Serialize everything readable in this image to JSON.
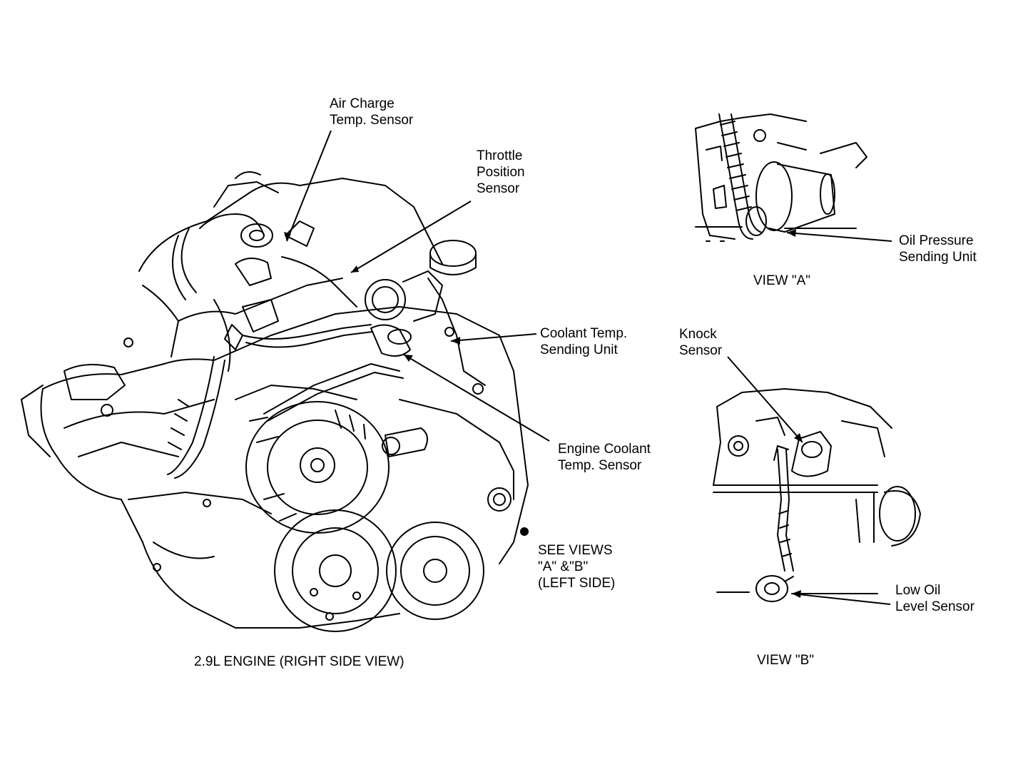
{
  "labels": {
    "air_charge": [
      "Air Charge",
      "Temp. Sensor"
    ],
    "throttle": [
      "Throttle",
      "Position",
      "Sensor"
    ],
    "coolant_unit": [
      "Coolant Temp.",
      "Sending Unit"
    ],
    "engine_coolant": [
      "Engine Coolant",
      "Temp. Sensor"
    ],
    "see_views": [
      "SEE VIEWS",
      "\"A\" &\"B\"",
      "(LEFT SIDE)"
    ],
    "main_caption": "2.9L ENGINE (RIGHT SIDE VIEW)",
    "oil_pressure": [
      "Oil Pressure",
      "Sending Unit"
    ],
    "view_a": "VIEW \"A\"",
    "knock": [
      "Knock",
      "Sensor"
    ],
    "low_oil": [
      "Low Oil",
      "Level Sensor"
    ],
    "view_b": "VIEW \"B\""
  },
  "colors": {
    "ink": "#000000",
    "paper": "#ffffff"
  }
}
